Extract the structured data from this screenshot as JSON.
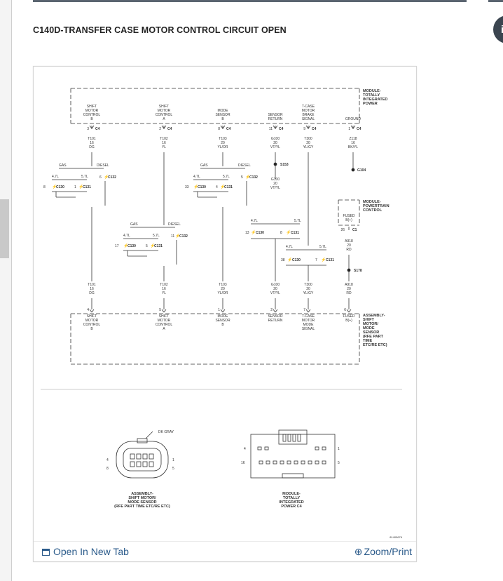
{
  "title": "C140D-TRANSFER CASE MOTOR CONTROL CIRCUIT OPEN",
  "side_button_glyph": "i",
  "footer": {
    "open_label": "Open In New Tab",
    "zoom_label": "Zoom/Print"
  },
  "diagram": {
    "module_top_label": [
      "MODULE-",
      "TOTALLY",
      "INTEGRATED",
      "POWER"
    ],
    "module_pcm_label": [
      "MODULE-",
      "POWERTRAIN",
      "CONTROL"
    ],
    "assembly_label": [
      "ASSEMBLY-",
      "SHIFT",
      "MOTOR/",
      "MODE",
      "SENSOR",
      "(RFE PART",
      "TIME",
      "ETC/RE ETC)"
    ],
    "top_cols": [
      {
        "name": [
          "SHIFT",
          "MOTOR",
          "CONTROL",
          "B"
        ],
        "pin": "3",
        "conn": "C4",
        "wire": [
          "T101",
          "16",
          "DG"
        ]
      },
      {
        "name": [
          "SHIFT",
          "MOTOR",
          "CONTROL",
          "A"
        ],
        "pin": "2",
        "conn": "C4",
        "wire": [
          "T102",
          "16",
          "YL"
        ]
      },
      {
        "name": [
          "MODE",
          "SENSOR",
          "B"
        ],
        "pin": "8",
        "conn": "C4",
        "wire": [
          "T103",
          "20",
          "YL/OR"
        ]
      },
      {
        "name": [
          "SENSOR",
          "RETURN"
        ],
        "pin": "11",
        "conn": "C4",
        "wire": [
          "G100",
          "20",
          "VT/YL"
        ]
      },
      {
        "name": [
          "T-CASE",
          "MOTOR",
          "BRAKE",
          "SIGNAL"
        ],
        "pin": "9",
        "conn": "C4",
        "wire": [
          "T300",
          "20",
          "YL/GY"
        ]
      },
      {
        "name": [
          "GROUND"
        ],
        "pin": "1",
        "conn": "C4",
        "wire": [
          "Z118",
          "16",
          "BK/YL"
        ]
      }
    ],
    "bottom_cols": [
      {
        "wire": [
          "T101",
          "16",
          "DG"
        ],
        "pin": "4",
        "name": [
          "SHIFT",
          "MOTOR",
          "CONTROL",
          "B"
        ]
      },
      {
        "wire": [
          "T102",
          "16",
          "YL"
        ],
        "pin": "5",
        "name": [
          "SHIFT",
          "MOTOR",
          "CONTROL",
          "A"
        ]
      },
      {
        "wire": [
          "T103",
          "20",
          "YL/OR"
        ],
        "pin": "1",
        "name": [
          "MODE",
          "SENSOR",
          "B"
        ]
      },
      {
        "wire": [
          "G100",
          "20",
          "VT/YL"
        ],
        "pin": "2",
        "name": [
          "SENSOR",
          "RETURN"
        ]
      },
      {
        "wire": [
          "T300",
          "20",
          "YL/GY"
        ],
        "pin": "7",
        "name": [
          "T-CASE",
          "MOTOR",
          "MODE",
          "SIGNAL"
        ]
      },
      {
        "wire": [
          "A918",
          "20",
          "RD"
        ],
        "pin": "6",
        "name": [
          "FUSED",
          "B(+)"
        ]
      }
    ],
    "labels": {
      "gas": "GAS",
      "diesel": "DIESEL",
      "l47": "4.7L",
      "l57": "5.7L",
      "c130": "C130",
      "c131": "C131",
      "c132": "C132",
      "s153": "S153",
      "g104": "G104",
      "s178": "S178",
      "fused": "FUSED",
      "bplus": "B(+)",
      "c1": "C1",
      "pin26": "26",
      "wire_mid_g100": [
        "G100",
        "20",
        "VT/YL"
      ],
      "wire_a918": [
        "A918",
        "20",
        "RD"
      ],
      "pin_c130_a": "8",
      "pin_c131_a": "1",
      "pin_c132_a": "6",
      "pin_c130_b": "17",
      "pin_c131_b": "5",
      "pin_c132_b": "11",
      "pin_c130_c": "33",
      "pin_c131_c": "4",
      "pin_c132_c": "5",
      "pin_c130_d": "13",
      "pin_c131_d": "8",
      "pin_c130_e": "38",
      "pin_c131_e": "7"
    },
    "connector1": {
      "tag": "DK GRAY",
      "pin_left_top": "4",
      "pin_left_bottom": "8",
      "pin_right_top": "1",
      "pin_right_bottom": "5",
      "caption": [
        "ASSEMBLY-",
        "SHIFT MOTOR/",
        "MODE SENSOR",
        "(RFE PART TIME ETC/RE ETC)"
      ]
    },
    "connector2": {
      "pin_left_top": "4",
      "pin_left_bottom": "16",
      "pin_right_top": "1",
      "pin_right_bottom": "5",
      "caption": [
        "MODULE-",
        "TOTALLY",
        "INTEGRATED",
        "POWER C4"
      ]
    },
    "ref_code": "81405676"
  }
}
